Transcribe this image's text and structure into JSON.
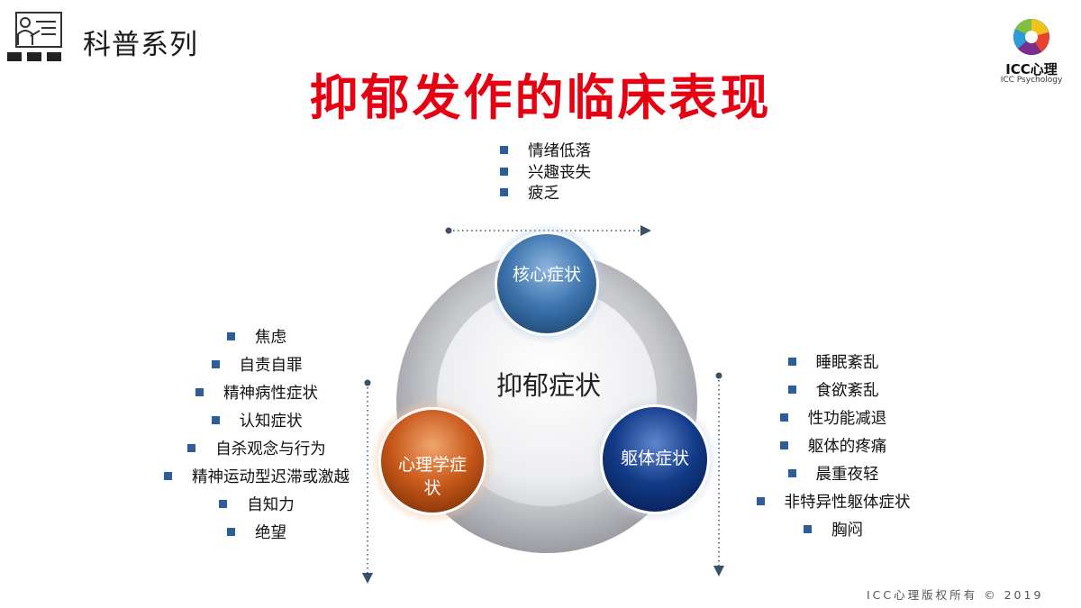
{
  "header": {
    "series_title": "科普系列",
    "main_title": "抑郁发作的临床表现"
  },
  "brand": {
    "name": "ICC心理",
    "subtitle": "ICC Psychology"
  },
  "diagram": {
    "center_label": "抑郁症状",
    "nodes": {
      "core": "核心症状",
      "psych": "心理学症状",
      "body": "躯体症状"
    }
  },
  "lists": {
    "core": [
      "情绪低落",
      "兴趣丧失",
      "疲乏"
    ],
    "psych": [
      "焦虑",
      "自责自罪",
      "精神病性症状",
      "认知症状",
      "自杀观念与行为",
      "精神运动型迟滞或激越",
      "自知力",
      "绝望"
    ],
    "body": [
      "睡眠紊乱",
      "食欲紊乱",
      "性功能减退",
      "躯体的疼痛",
      "晨重夜轻",
      "非特异性躯体症状",
      "胸闷"
    ]
  },
  "footer": {
    "copyright": "ICC心理版权所有 © 2019"
  },
  "colors": {
    "title_red": "#e60012",
    "bullet_blue": "#2e5e99",
    "core_blue": "#3d74ad",
    "body_navy": "#123a86",
    "psych_orange": "#d2601e"
  },
  "icons": {
    "series": "lecture-presenter-icon",
    "brand": "icc-color-wheel-logo"
  }
}
